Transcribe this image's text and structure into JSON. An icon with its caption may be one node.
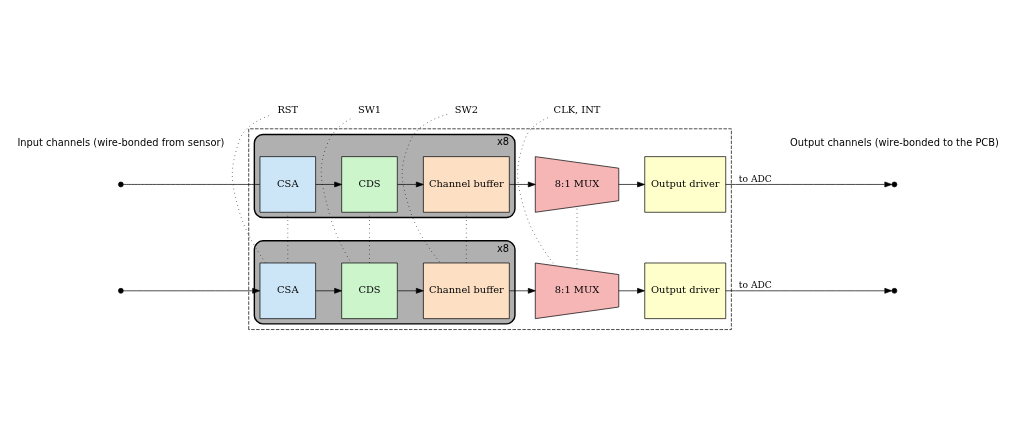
{
  "diagram": {
    "nodes": [
      {
        "text": [],
        "shape": "box"
      },
      {
        "text": [
          "x8"
        ],
        "in": 0
      },
      {
        "text": [
          "CSA"
        ],
        "in": 1
      },
      {
        "text": [
          "CDS"
        ],
        "in": 1
      },
      {
        "text": [
          "Channel buffer"
        ],
        "in": 1
      },
      {
        "text": [
          "8:1 MUX"
        ],
        "in": 0
      },
      {
        "text": [
          "Output driver"
        ],
        "in": 0
      },
      {
        "text": [
          "x8"
        ],
        "in": 0
      },
      {
        "text": [
          "CSA"
        ],
        "in": 7
      },
      {
        "text": [
          "CDS"
        ],
        "in": 7
      },
      {
        "text": [
          "Channel buffer"
        ],
        "in": 7
      },
      {
        "text": [
          "8:1 MUX"
        ],
        "in": 0
      },
      {
        "text": [
          "Output driver"
        ],
        "in": 0
      },
      {
        "text": [],
        "shape": "circle"
      },
      {
        "text": [],
        "shape": "circle"
      },
      {
        "text": [],
        "shape": "circle"
      },
      {
        "text": [],
        "shape": "circle"
      },
      {
        "text": [
          "RST"
        ]
      },
      {
        "text": [
          "SW1"
        ]
      },
      {
        "text": [
          "SW2"
        ]
      },
      {
        "text": [
          "CLK, INT"
        ]
      }
    ],
    "edges": [
      {
        "from": 13,
        "to": 2,
        "arrow": "none"
      },
      {
        "from": 2,
        "to": 3,
        "arrow": "to"
      },
      {
        "from": 3,
        "to": 4,
        "arrow": "to"
      },
      {
        "from": 4,
        "to": 5,
        "arrow": "to"
      },
      {
        "from": 5,
        "to": 6,
        "arrow": "to"
      },
      {
        "from": 6,
        "to": 15,
        "arrow": "to",
        "label": "to ADC"
      },
      {
        "from": 14,
        "to": 8,
        "arrow": "to"
      },
      {
        "from": 8,
        "to": 9,
        "arrow": "to"
      },
      {
        "from": 9,
        "to": 10,
        "arrow": "to"
      },
      {
        "from": 10,
        "to": 11,
        "arrow": "to"
      },
      {
        "from": 11,
        "to": 12,
        "arrow": "to"
      },
      {
        "from": 12,
        "to": 16,
        "arrow": "to",
        "label": "to ADC"
      },
      {
        "from": 17,
        "to": 8,
        "arrow": "none",
        "style": "dashed"
      },
      {
        "from": 8,
        "to": 2,
        "arrow": "none",
        "style": "dashed"
      },
      {
        "from": 18,
        "to": 9,
        "arrow": "none",
        "style": "dashed"
      },
      {
        "from": 9,
        "to": 3,
        "arrow": "none",
        "style": "dashed"
      },
      {
        "from": 19,
        "to": 10,
        "arrow": "none",
        "style": "dashed"
      },
      {
        "from": 10,
        "to": 4,
        "arrow": "none",
        "style": "dashed"
      },
      {
        "from": 20,
        "to": 11,
        "arrow": "none",
        "style": "dashed"
      },
      {
        "from": 11,
        "to": 5,
        "arrow": "none",
        "style": "dashed"
      }
    ],
    "labels": [
      "Input channels (wire-bonded from sensor)",
      "Output channels (wire-bonded to the PCB)"
    ]
  }
}
